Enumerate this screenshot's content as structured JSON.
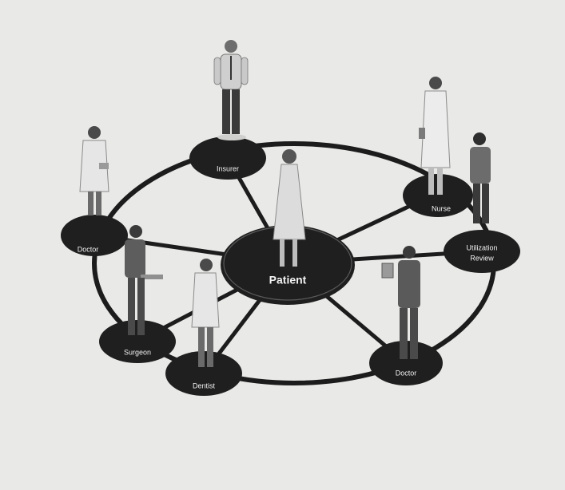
{
  "diagram": {
    "center": {
      "label": "Patient"
    },
    "nodes": [
      {
        "id": "insurer",
        "label": "Insurer"
      },
      {
        "id": "nurse",
        "label": "Nurse"
      },
      {
        "id": "utilization-review",
        "label_lines": [
          "Utilization",
          "Review"
        ]
      },
      {
        "id": "doctor-right",
        "label": "Doctor"
      },
      {
        "id": "dentist",
        "label": "Dentist"
      },
      {
        "id": "surgeon",
        "label": "Surgeon"
      },
      {
        "id": "doctor-left",
        "label": "Doctor"
      }
    ]
  },
  "colors": {
    "background": "#e9e9e7",
    "node_fill": "#1f1f1f",
    "edge": "#1c1c1c",
    "label_text": "#f2f2f2",
    "figure_light": "#d8d8d8",
    "figure_dark": "#3a3a3a"
  },
  "icons": [
    "person-figure",
    "doctor-coat-figure",
    "nurse-figure",
    "patient-figure"
  ]
}
